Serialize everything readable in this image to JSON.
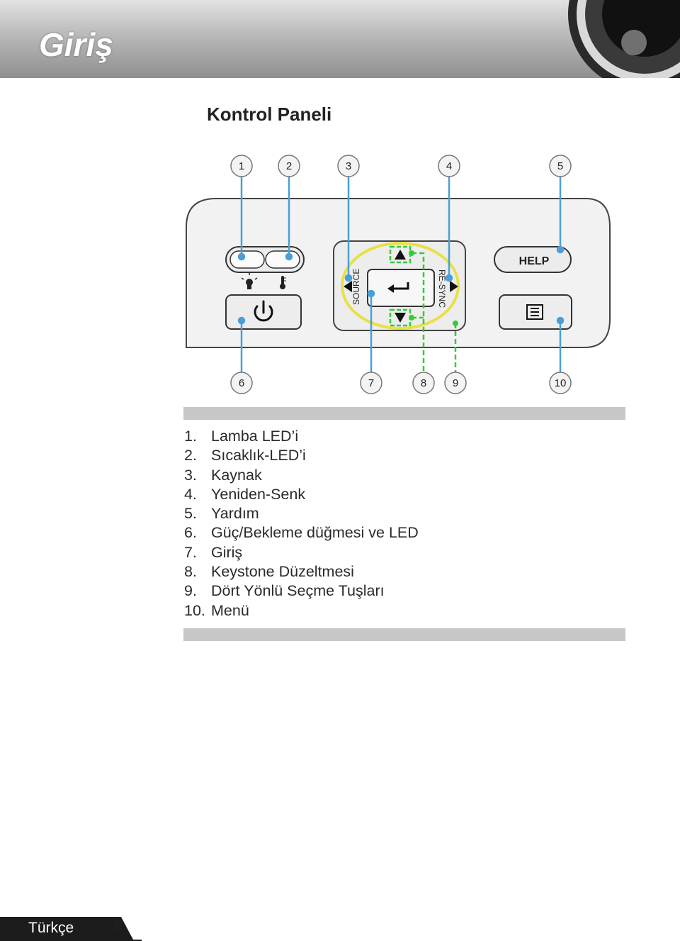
{
  "header": {
    "title": "Giriş"
  },
  "section": {
    "title": "Kontrol Paneli"
  },
  "diagram": {
    "top_callouts": [
      "1",
      "2",
      "3",
      "4",
      "5"
    ],
    "bottom_callouts": [
      "6",
      "7",
      "8",
      "9",
      "10"
    ],
    "labels": {
      "help": "HELP",
      "source": "SOURCE",
      "resync": "RE-SYNC"
    },
    "icons": [
      "lamp-icon",
      "thermometer-icon",
      "power-icon",
      "enter-icon",
      "menu-icon",
      "arrow-up-icon",
      "arrow-down-icon",
      "arrow-left-icon",
      "arrow-right-icon"
    ],
    "colors": {
      "callout_line": "#4a9fd8",
      "keystone_dash": "#33cc33",
      "selection_ring": "#e8e04a"
    }
  },
  "items": [
    {
      "num": "1.",
      "text": "Lamba LED’i"
    },
    {
      "num": "2.",
      "text": "Sıcaklık-LED’i"
    },
    {
      "num": "3.",
      "text": "Kaynak"
    },
    {
      "num": "4.",
      "text": "Yeniden-Senk"
    },
    {
      "num": "5.",
      "text": "Yardım"
    },
    {
      "num": "6.",
      "text": "Güç/Bekleme düğmesi ve LED"
    },
    {
      "num": "7.",
      "text": "Giriş"
    },
    {
      "num": "8.",
      "text": "Keystone Düzeltmesi"
    },
    {
      "num": "9.",
      "text": "Dört Yönlü Seçme Tuşları"
    },
    {
      "num": "10.",
      "text": "Menü"
    }
  ],
  "footer": {
    "language": "Türkçe",
    "page": "8"
  }
}
